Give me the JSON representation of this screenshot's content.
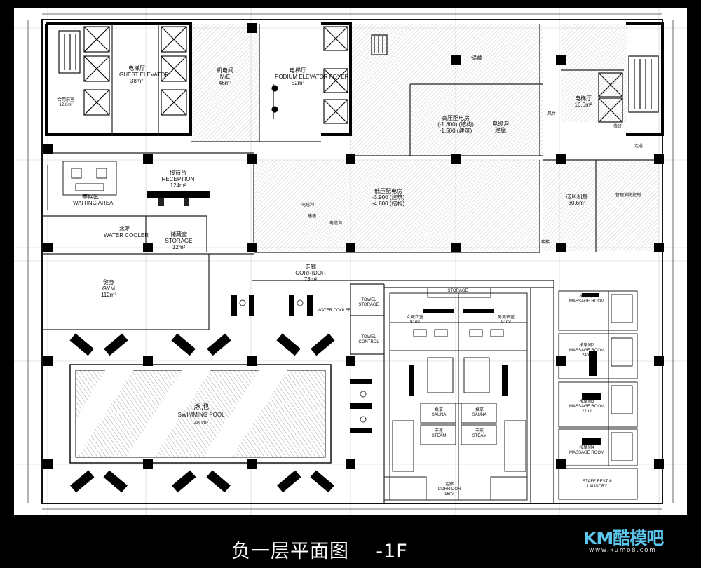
{
  "caption": "负一层平面图    -1F",
  "logo": {
    "mark": "KM酷模吧",
    "url": "www.kumo8.com"
  },
  "rooms": {
    "elevator_hall_left": {
      "cn": "电梯厅",
      "en": "GUEST ELEVATOR",
      "area": "38m²"
    },
    "mech_room": {
      "cn": "机电间",
      "en": "M/E",
      "area": "46m²"
    },
    "elevator_hall_mid": {
      "cn": "电梯厅",
      "en": "PODIUM ELEVATOR FOYER",
      "area": "52m²"
    },
    "left_small": {
      "cn": "合用前室",
      "area": "12.6m²"
    },
    "storage_top": {
      "cn": "储藏"
    },
    "hv_room": {
      "cn": "高压配电房",
      "l1": "(-1.800) (结构)",
      "l2": "-1.500 (建筑)",
      "side": "电缆沟 建施"
    },
    "elevator_hall_right": {
      "cn": "电梯厅",
      "area": "16.6m²"
    },
    "wind_well": {
      "cn": "风井"
    },
    "control_room": {
      "cn": "值班",
      "corridor": "走道"
    },
    "reception": {
      "cn": "接待台",
      "en": "RECEPTION",
      "area": "124m²"
    },
    "waiting": {
      "cn": "等候区",
      "en": "WAITING AREA"
    },
    "lv_room": {
      "cn": "低压配电房",
      "l1": "-3.900 (建筑)",
      "l2": "-4.800 (结构)",
      "cable": "电缆沟",
      "note": "建施",
      "cable2": "电缆沟"
    },
    "fresh_air": {
      "cn": "送风机房",
      "area": "30.6m²"
    },
    "fire_control": {
      "cn": "管理消防控制"
    },
    "water_cooler": {
      "cn": "水吧",
      "en": "WATER COOLER"
    },
    "storage_small": {
      "cn": "储藏室",
      "en": "STORAGE",
      "area": "12m²"
    },
    "corridor": {
      "cn": "走廊",
      "en": "CORRIDOR",
      "area": "78m²"
    },
    "gym": {
      "cn": "健身",
      "en": "GYM",
      "area": "112m²"
    },
    "towel_storage": {
      "en": "TOWEL STORAGE"
    },
    "water_cooler2": {
      "en": "WATER COOLER"
    },
    "towel_control": {
      "en": "TOWEL CONTROL"
    },
    "storage_mid": {
      "en": "STORAGE"
    },
    "changing_left": {
      "cn": "女更衣室",
      "area": "91m²"
    },
    "changing_right": {
      "cn": "男更衣室",
      "area": "91m²"
    },
    "pool": {
      "cn": "泳池",
      "en": "SWIMMING POOL",
      "area": "480m²"
    },
    "sauna_l": {
      "cn": "桑拿",
      "en": "SAUNA"
    },
    "sauna_r": {
      "cn": "桑拿",
      "en": "SAUNA"
    },
    "steam_l": {
      "cn": "干蒸",
      "en": "STEAM"
    },
    "steam_r": {
      "cn": "干蒸",
      "en": "STEAM"
    },
    "corridor_small": {
      "cn": "走廊",
      "en": "CORRIDOR",
      "area": "16m²"
    },
    "massage_1": {
      "cn": "按摩间1",
      "en": "MASSAGE ROOM"
    },
    "massage_2": {
      "cn": "按摩间2",
      "en": "MASSAGE ROOM",
      "area": "24m²"
    },
    "massage_3": {
      "cn": "按摩间3",
      "en": "MASSAGE ROOM",
      "area": "22m²"
    },
    "massage_4": {
      "cn": "按摩间4",
      "en": "MASSAGE ROOM"
    },
    "staff_rest": {
      "en": "STAFF REST & LAUNDRY"
    },
    "stair_label": {
      "cn": "楼梯"
    }
  }
}
